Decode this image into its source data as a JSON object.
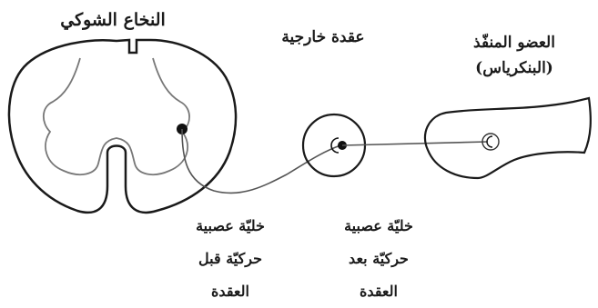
{
  "labels": {
    "spinal_cord": "النخاع الشوكي",
    "ganglion": "عقدة خارجية",
    "effector_line1": "العضو المنفّذ",
    "effector_line2": "(البنكرياس)",
    "pre_line1": "خليّة عصبية",
    "pre_line2": "حركيّة قبل",
    "pre_line3": "العقدة",
    "post_line1": "خليّة عصبية",
    "post_line2": "حركيّة بعد",
    "post_line3": "العقدة"
  },
  "colors": {
    "outline": "#1a1a1a",
    "gray_matter": "#777777",
    "axon": "#555555",
    "nucleus": "#111111"
  }
}
